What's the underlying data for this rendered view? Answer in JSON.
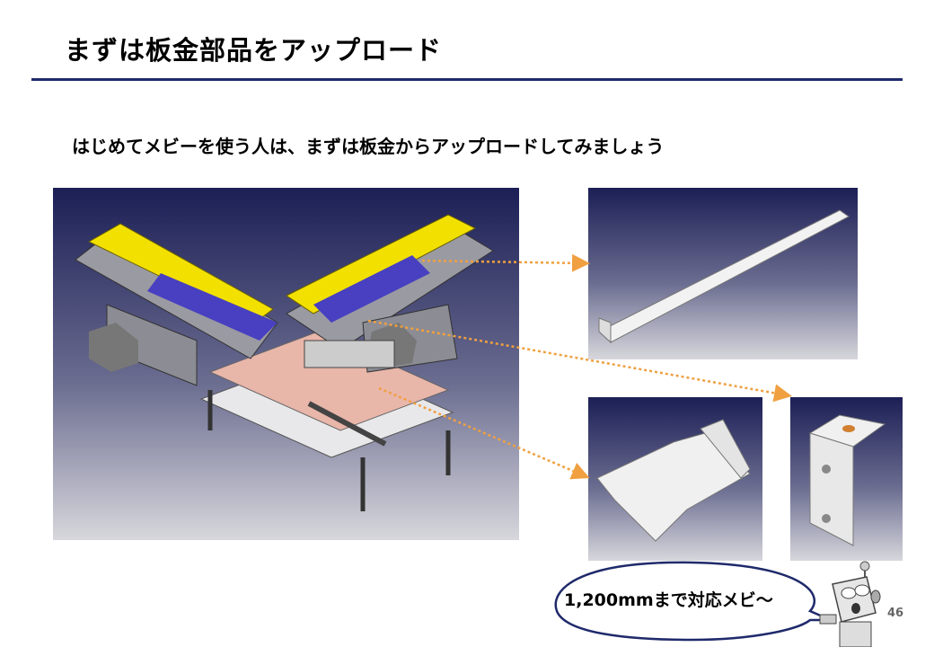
{
  "slide": {
    "title": "まずは板金部品をアップロード",
    "subtitle": "はじめてメビーを使う人は、まずは板金からアップロードしてみましょう",
    "callout": "1,200mmまで対応メビ～",
    "page_number": "46"
  },
  "colors": {
    "rule": "#1f2a6b",
    "arrow": "#f0a040",
    "bubble_outline": "#1f2a6b"
  }
}
